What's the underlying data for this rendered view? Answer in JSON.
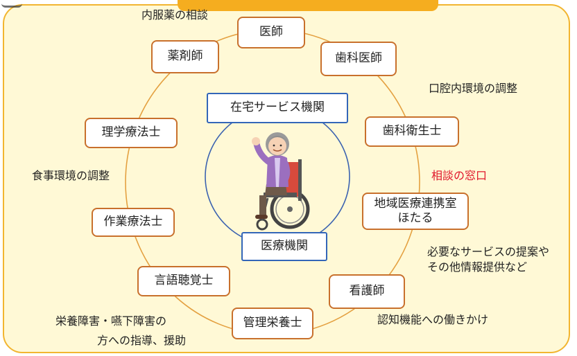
{
  "center": {
    "top_label": "在宅サービス機関",
    "bottom_label": "医療機関"
  },
  "roles": {
    "doctor": "医師",
    "dentist": "歯科医師",
    "dental_hygienist": "歯科衛生士",
    "hotaru_line1": "地域医療連携室",
    "hotaru_line2": "ほたる",
    "nurse": "看護師",
    "dietitian": "管理栄養士",
    "speech_therapist": "言語聴覚士",
    "occupational_therapist": "作業療法士",
    "physical_therapist": "理学療法士",
    "pharmacist": "薬剤師"
  },
  "notes": {
    "medication": "内服薬の相談",
    "oral_environment": "口腔内環境の調整",
    "consultation_window": "相談の窓口",
    "service_proposal_line1": "必要なサービスの提案や",
    "service_proposal_line2": "その他情報提供など",
    "cognitive": "認知機能への働きかけ",
    "nutrition_line1": "栄養障害・嚥下障害の",
    "nutrition_line2": "方への指導、援助",
    "eating_environment": "食事環境の調整"
  },
  "colors": {
    "panel_background": "#fff9d6",
    "panel_border": "#f2b530",
    "outer_ring": "#e4a040",
    "inner_ring": "#3b62b0",
    "role_box_border": "#c8702c",
    "center_box_border": "#3366b8",
    "highlight_text": "#e0162b"
  },
  "icons": {
    "center_figure": "elderly-person-in-wheelchair-icon"
  }
}
